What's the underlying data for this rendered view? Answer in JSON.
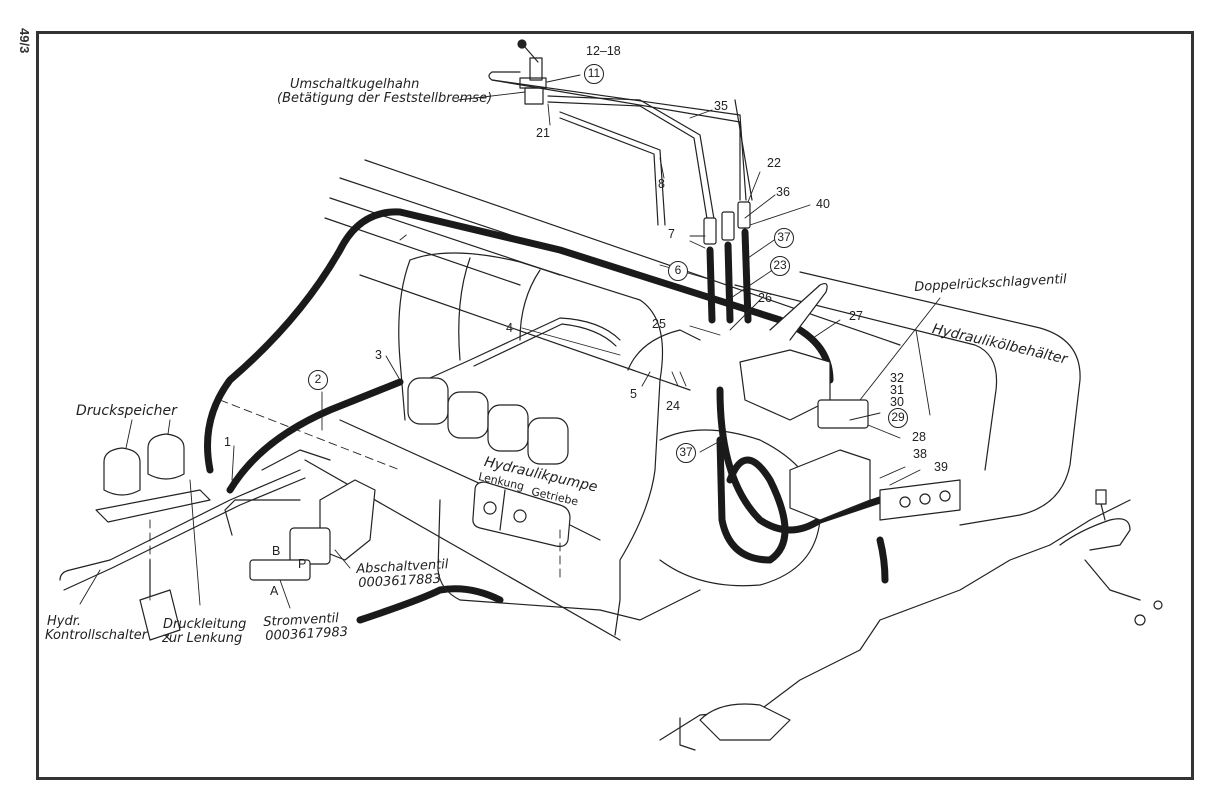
{
  "page": {
    "page_number": "49/3"
  },
  "labels": {
    "umschaltkugelhahn": "Umschaltkugelhahn",
    "umschaltkugelhahn_sub": "(Betätigung der Feststellbremse)",
    "doppelrueckschlagventil": "Doppelrückschlagventil",
    "hydraulikoelbehaelter": "Hydraulikölbehälter",
    "druckspeicher": "Druckspeicher",
    "hydraulikpumpe": "Hydraulikpumpe",
    "lenkung": "Lenkung",
    "getriebe": "Getriebe",
    "abschaltventil": "Abschaltventil",
    "abschaltventil_nr": "0003617883",
    "stromventil": "Stromventil",
    "stromventil_nr": "0003617983",
    "hydr_kontrollschalter_1": "Hydr.",
    "hydr_kontrollschalter_2": "Kontrollschalter",
    "druckleitung_1": "Druckleitung",
    "druckleitung_2": "zur Lenkung",
    "port_b": "B",
    "port_p": "P",
    "port_a": "A"
  },
  "callouts": {
    "n12_18": "12–18",
    "n11": "11",
    "n21": "21",
    "n35": "35",
    "n8": "8",
    "n22": "22",
    "n36": "36",
    "n40": "40",
    "n7": "7",
    "n37a": "37",
    "n6": "6",
    "n23": "23",
    "n26": "26",
    "n25": "25",
    "n27": "27",
    "n4": "4",
    "n3": "3",
    "n5": "5",
    "n24": "24",
    "n2": "2",
    "n1": "1",
    "n32": "32",
    "n31": "31",
    "n30": "30",
    "n29": "29",
    "n28": "28",
    "n38": "38",
    "n39": "39",
    "n37b": "37"
  },
  "colors": {
    "ink": "#222222",
    "frame": "#333333",
    "paper": "#ffffff"
  }
}
